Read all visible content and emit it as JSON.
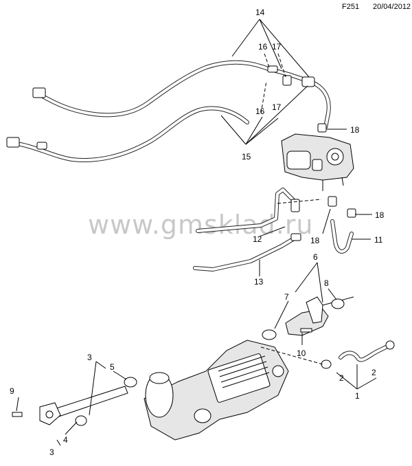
{
  "header": {
    "code": "F251",
    "date": "20/04/2012"
  },
  "watermark": "www.gmsklad.ru",
  "callouts": [
    "14",
    "16",
    "17",
    "16",
    "17",
    "18",
    "15",
    "18",
    "18",
    "12",
    "11",
    "13",
    "6",
    "8",
    "7",
    "10",
    "3",
    "5",
    "2",
    "2",
    "1",
    "9",
    "4",
    "3"
  ]
}
